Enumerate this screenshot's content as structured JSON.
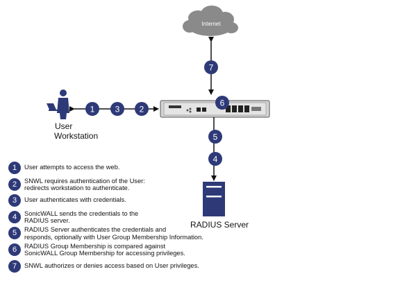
{
  "diagram": {
    "internet_label": "Internet",
    "user_label_line1": "User",
    "user_label_line2": "Workstation",
    "radius_label": "RADIUS Server",
    "step_badges": [
      "1",
      "2",
      "3",
      "4",
      "5",
      "6",
      "7"
    ],
    "colors": {
      "badge": "#2e3a78",
      "cloud": "#8a8a8a",
      "server": "#2e3a78",
      "arrow": "#111111"
    }
  },
  "legend": [
    {
      "num": "1",
      "text": "User attempts to access the web."
    },
    {
      "num": "2",
      "text": "SNWL requires authentication of the User:\nredirects workstation to authenticate."
    },
    {
      "num": "3",
      "text": "User authenticates with credentials."
    },
    {
      "num": "4",
      "text": "SonicWALL sends the credentials to the\nRADIUS server."
    },
    {
      "num": "5",
      "text": "RADIUS Server authenticates the credentials and\nresponds, optionally with User Group Membership Information."
    },
    {
      "num": "6",
      "text": "RADIUS Group Membership is compared against\nSonicWALL Group Membership for accessing privileges."
    },
    {
      "num": "7",
      "text": "SNWL authorizes or denies access based on User privileges."
    }
  ]
}
